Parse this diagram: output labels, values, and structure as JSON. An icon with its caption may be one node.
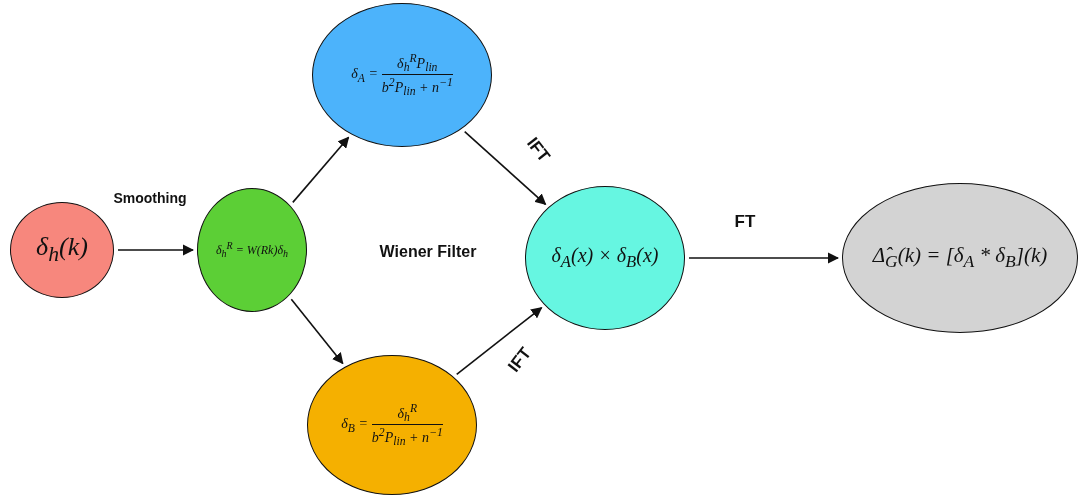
{
  "diagram": {
    "nodes": [
      {
        "text": [
          "δ$_{h}$(k)"
        ]
      },
      {
        "text": [
          "δ$_{h}$$^{R}$ = W(Rk)δ$_{h}$"
        ]
      },
      {
        "text": [
          "δ$_{A}$ =",
          "δ$_{h}$$^{R}$P$_{lin}$",
          "b$^{2}$P$_{lin}$ + n$^{−1}$"
        ]
      },
      {
        "text": [
          "δ$_{B}$ =",
          "δ$_{h}$$^{R}$",
          "b$^{2}$P$_{lin}$ + n$^{−1}$"
        ]
      },
      {
        "text": [
          "δ$_{A}$(x) × δ$_{B}$(x)"
        ]
      },
      {
        "text": [
          "Δ̂$_{G}$(k) = [δ$_{A}$ * δ$_{B}$](k)"
        ]
      }
    ],
    "edges": [
      {
        "from": 0,
        "to": 1,
        "arrow": "to",
        "label": "Smoothing"
      },
      {
        "from": 1,
        "to": 2,
        "arrow": "to"
      },
      {
        "from": 1,
        "to": 3,
        "arrow": "to"
      },
      {
        "from": 2,
        "to": 4,
        "arrow": "to",
        "label": "IFT"
      },
      {
        "from": 3,
        "to": 4,
        "arrow": "to",
        "label": "IFT"
      },
      {
        "from": 4,
        "to": 5,
        "arrow": "to",
        "label": "FT"
      }
    ],
    "labels": [
      "Wiener Filter"
    ]
  }
}
